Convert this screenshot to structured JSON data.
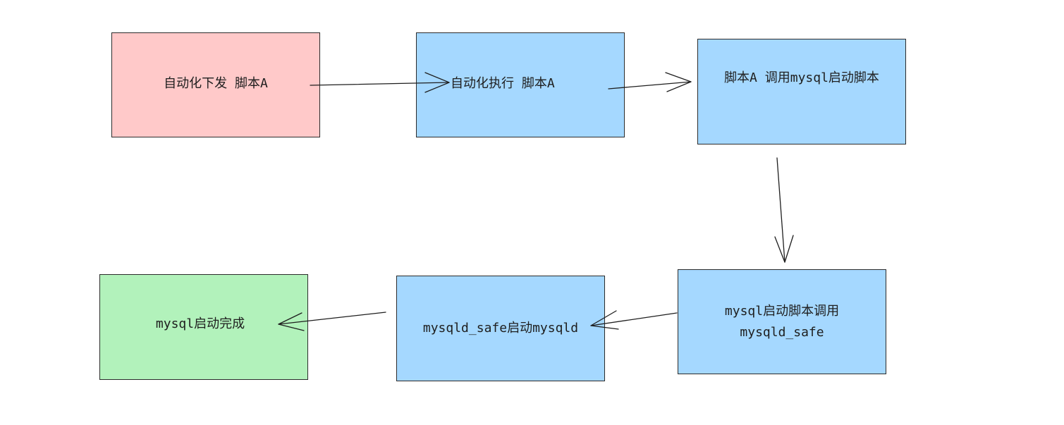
{
  "nodes": {
    "n1": {
      "label": "自动化下发 脚本A",
      "color": "#ffc9c9"
    },
    "n2": {
      "label": "自动化执行 脚本A",
      "color": "#a5d8ff"
    },
    "n3": {
      "label": "脚本A 调用mysql启动脚本",
      "color": "#a5d8ff"
    },
    "n4": {
      "label": "mysql启动脚本调用mysqld_safe",
      "color": "#a5d8ff"
    },
    "n5": {
      "label": "mysqld_safe启动mysqld",
      "color": "#a5d8ff"
    },
    "n6": {
      "label": "mysql启动完成",
      "color": "#b2f2bb"
    }
  }
}
